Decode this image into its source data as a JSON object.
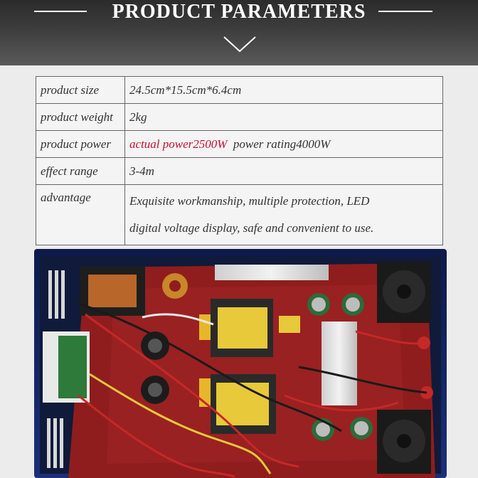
{
  "header": {
    "title": "PRODUCT PARAMETERS"
  },
  "parameters": [
    {
      "label": "product size",
      "value": "24.5cm*15.5cm*6.4cm"
    },
    {
      "label": "product weight",
      "value": "2kg"
    },
    {
      "label": "product power",
      "value_highlight": "actual power2500W",
      "value_rest": "power rating4000W"
    },
    {
      "label": "effect range",
      "value": "3-4m"
    },
    {
      "label": "advantage",
      "value_line1": "Exquisite workmanship, multiple protection, LED",
      "value_line2": "digital voltage display, safe and convenient to use."
    }
  ],
  "colors": {
    "header_dark": "#2b2b2b",
    "highlight_red": "#c8102e",
    "pcb_red": "#8f1d1d"
  }
}
